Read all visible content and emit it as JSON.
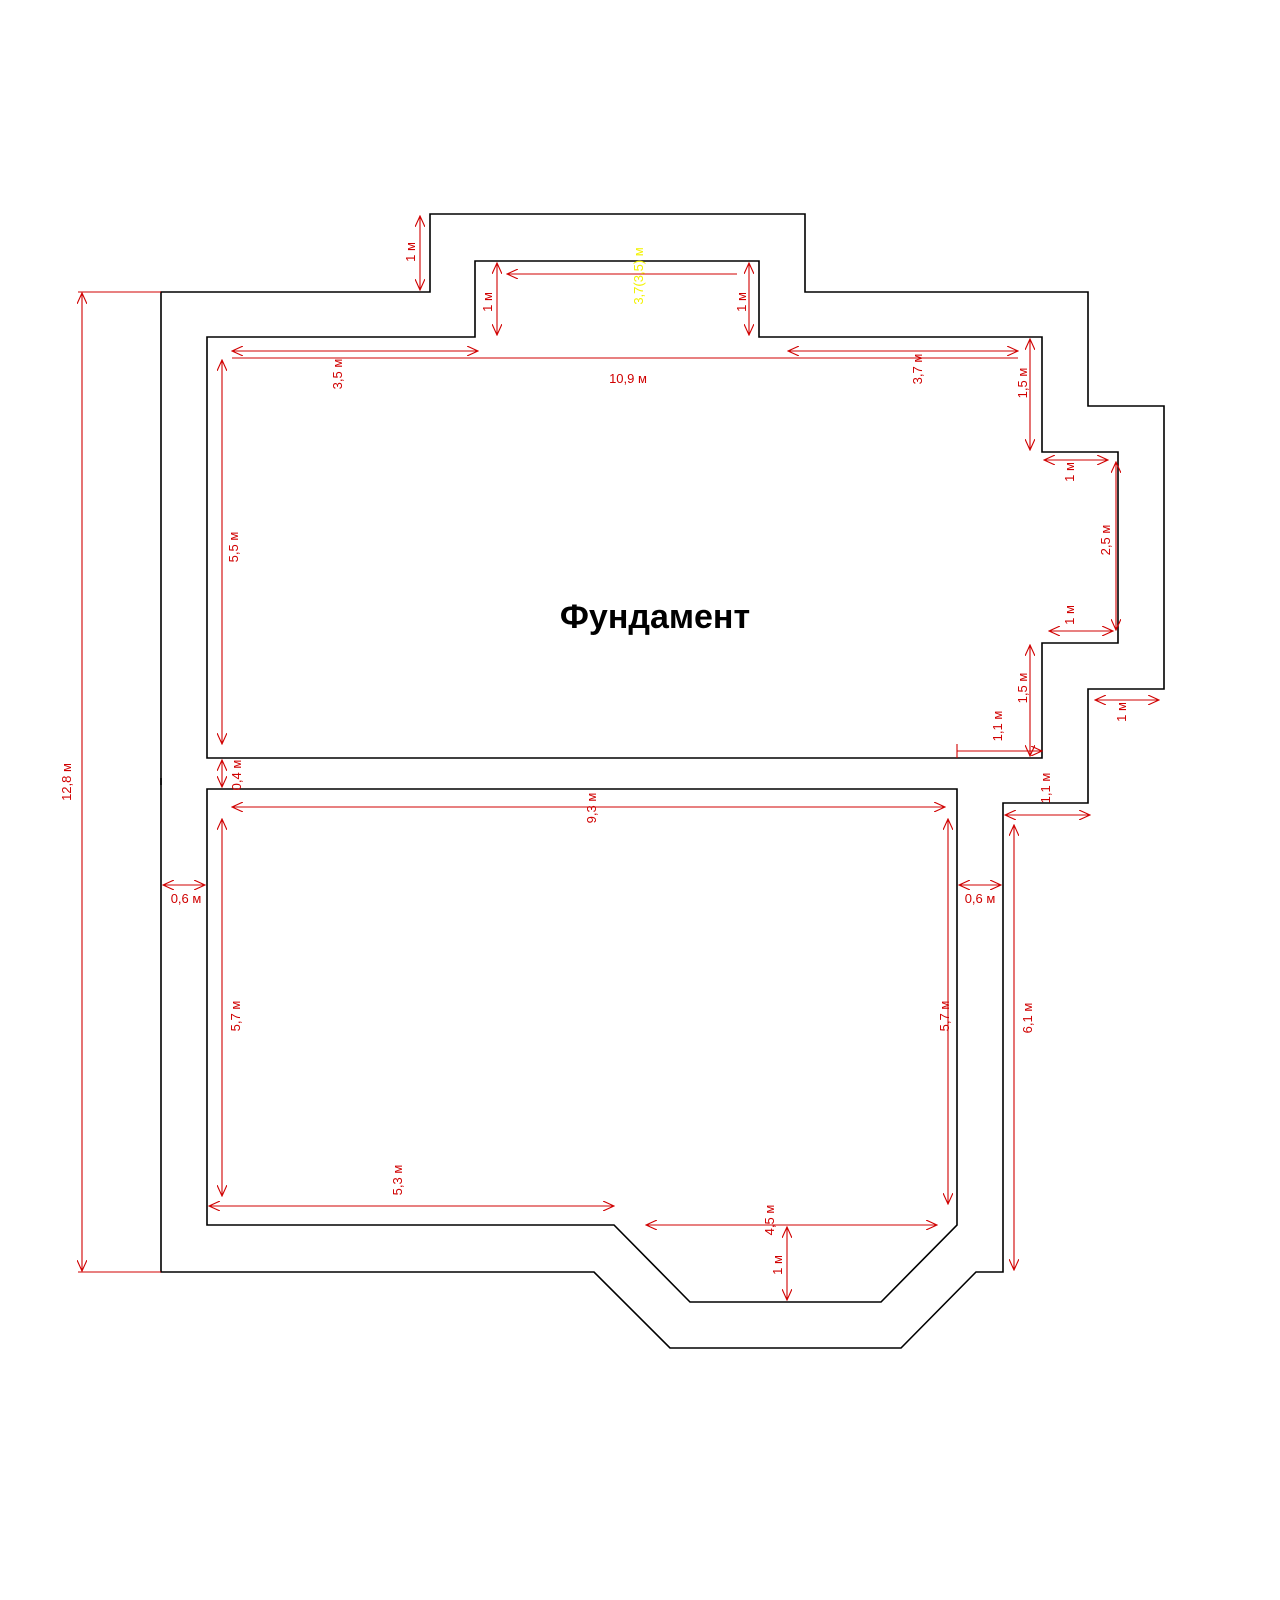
{
  "title": "Фундамент",
  "colors": {
    "walls": "#000000",
    "dimensions": "#d00000",
    "highlight": "#f2f200",
    "background": "#ffffff"
  },
  "dimensions": [
    {
      "id": "d-1m-top-left",
      "text": "1 м"
    },
    {
      "id": "d-1m-niche-left",
      "text": "1 м"
    },
    {
      "id": "d-3-7-niche",
      "text": "3,7(3,5) м",
      "highlight": true
    },
    {
      "id": "d-1m-niche-right",
      "text": "1 м"
    },
    {
      "id": "d-3-5-top",
      "text": "3,5 м"
    },
    {
      "id": "d-10-9",
      "text": "10,9 м"
    },
    {
      "id": "d-3-7-top",
      "text": "3,7 м"
    },
    {
      "id": "d-1-5-upper",
      "text": "1,5 м"
    },
    {
      "id": "d-1m-bay-top",
      "text": "1 м"
    },
    {
      "id": "d-2-5",
      "text": "2,5 м"
    },
    {
      "id": "d-1m-bay-bottom",
      "text": "1 м"
    },
    {
      "id": "d-1-5-lower",
      "text": "1,5 м"
    },
    {
      "id": "d-1m-outer-right",
      "text": "1 м"
    },
    {
      "id": "d-1-1-inner",
      "text": "1,1 м"
    },
    {
      "id": "d-5-5",
      "text": "5,5 м"
    },
    {
      "id": "d-0-4",
      "text": "0,4 м"
    },
    {
      "id": "d-1-1-outer",
      "text": "1,1 м"
    },
    {
      "id": "d-12-8",
      "text": "12,8 м"
    },
    {
      "id": "d-9-3",
      "text": "9,3 м"
    },
    {
      "id": "d-0-6-left",
      "text": "0,6 м"
    },
    {
      "id": "d-0-6-right",
      "text": "0,6 м"
    },
    {
      "id": "d-5-7-left",
      "text": "5,7 м"
    },
    {
      "id": "d-5-7-right",
      "text": "5,7 м"
    },
    {
      "id": "d-6-1",
      "text": "6,1 м"
    },
    {
      "id": "d-5-3",
      "text": "5,3 м"
    },
    {
      "id": "d-4-5",
      "text": "4,5 м"
    },
    {
      "id": "d-1m-bottom",
      "text": "1 м"
    }
  ]
}
